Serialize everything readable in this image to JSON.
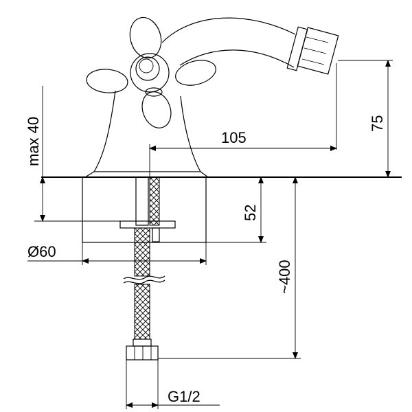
{
  "dimensions": {
    "max_height": "max 40",
    "width_105": "105",
    "height_75": "75",
    "depth_52": "52",
    "diameter_60": "Ø60",
    "hose_400": "~400",
    "thread": "G1/2"
  },
  "colors": {
    "line": "#000000",
    "background": "#ffffff"
  }
}
